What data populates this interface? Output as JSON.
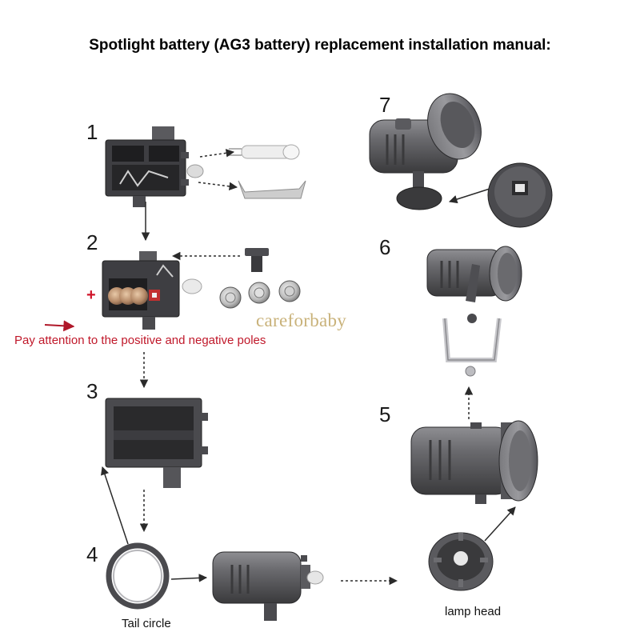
{
  "title": "Spotlight battery (AG3 battery) replacement installation manual:",
  "steps": {
    "s1": "1",
    "s2": "2",
    "s3": "3",
    "s4": "4",
    "s5": "5",
    "s6": "6",
    "s7": "7"
  },
  "polarity_note": "Pay attention to the positive and negative poles",
  "plus_sign": "+",
  "watermark": "careforbaby",
  "captions": {
    "tail_circle": "Tail circle",
    "lamp_head": "lamp head"
  },
  "colors": {
    "note_red": "#c0182a",
    "plus_red": "#d0142a",
    "watermark_brown": "#c9b27a",
    "metal_dark": "#3b3b3d",
    "metal_mid": "#66666a",
    "metal_light": "#9a9a9e",
    "arrow": "#2a2a2a"
  }
}
